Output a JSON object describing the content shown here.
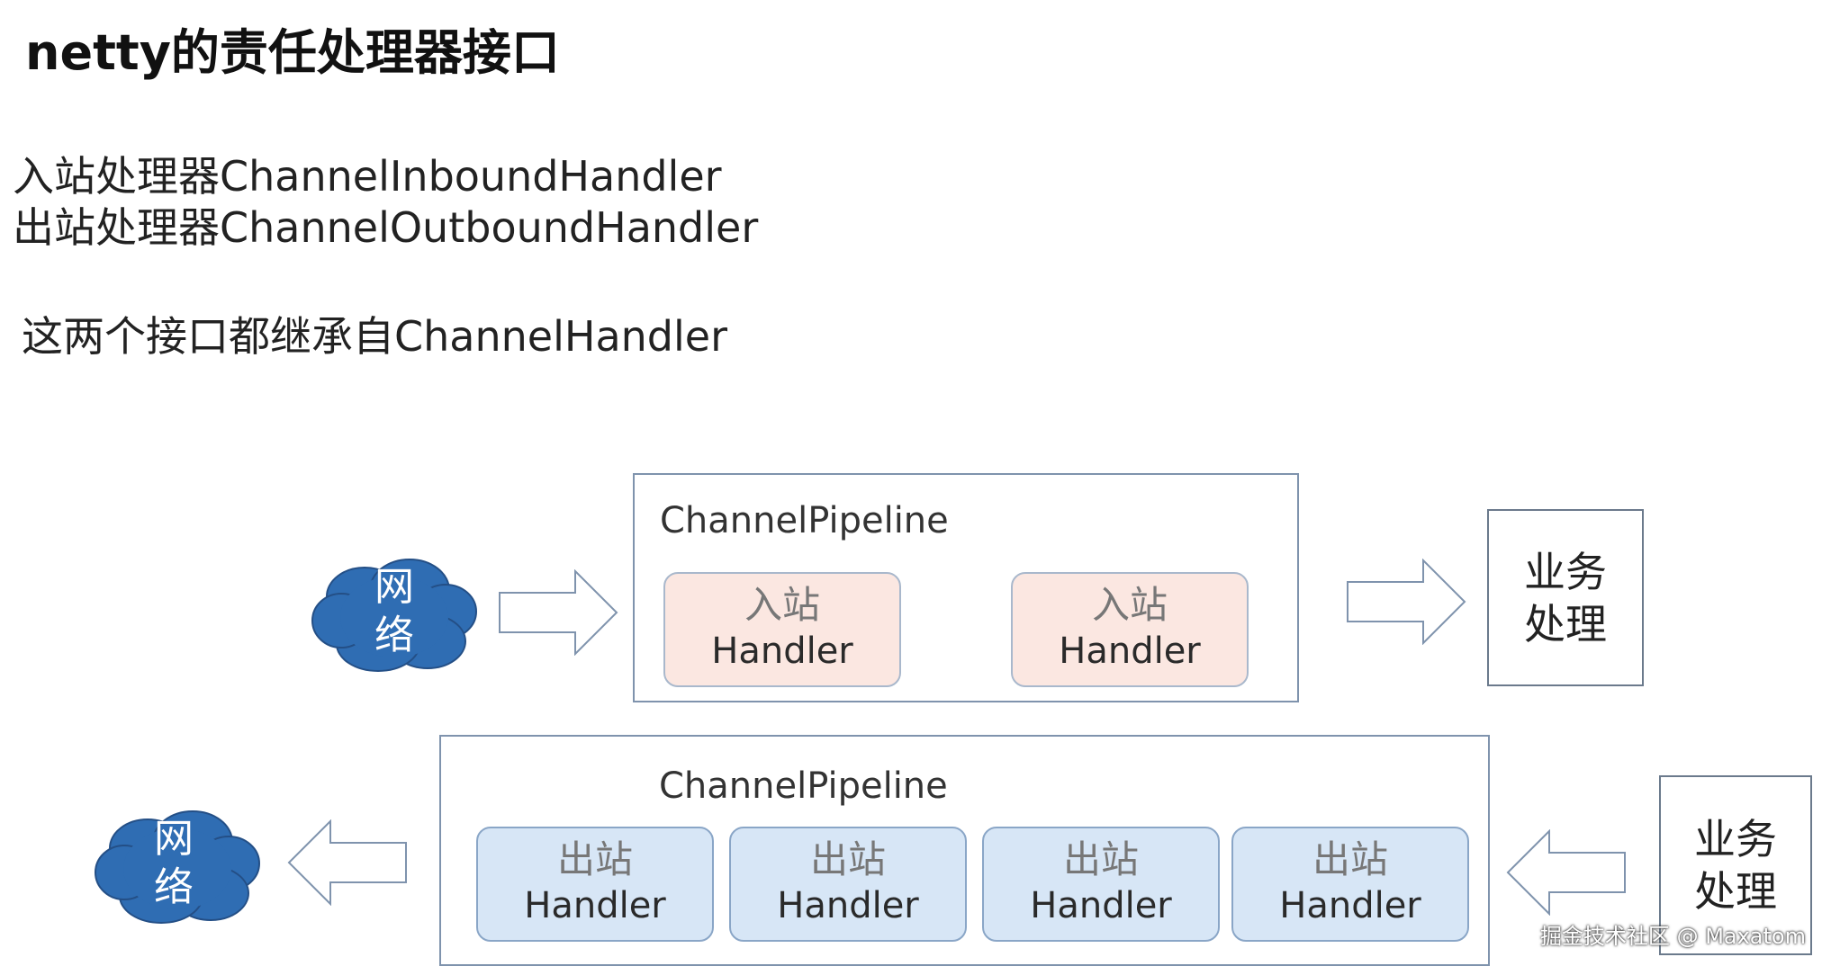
{
  "title": "netty的责任处理器接口",
  "lines": [
    "入站处理器ChannelInboundHandler",
    "出站处理器ChannelOutboundHandler",
    "这两个接口都继承自ChannelHandler"
  ],
  "diagram": {
    "network": {
      "line1": "网",
      "line2": "络"
    },
    "top_pipeline": {
      "label": "ChannelPipeline",
      "handlers": [
        {
          "line1": "入站",
          "line2": "Handler"
        },
        {
          "line1": "入站",
          "line2": "Handler"
        }
      ]
    },
    "bottom_pipeline": {
      "label": "ChannelPipeline",
      "handlers": [
        {
          "line1": "出站",
          "line2": "Handler"
        },
        {
          "line1": "出站",
          "line2": "Handler"
        },
        {
          "line1": "出站",
          "line2": "Handler"
        },
        {
          "line1": "出站",
          "line2": "Handler"
        }
      ]
    },
    "business": {
      "line1": "业务",
      "line2": "处理"
    }
  },
  "colors": {
    "cloud": "#2f6db3",
    "inbound_fill": "#fbe7e1",
    "outbound_fill": "#d7e6f6"
  },
  "watermark": "掘金技术社区 @ Maxatom"
}
